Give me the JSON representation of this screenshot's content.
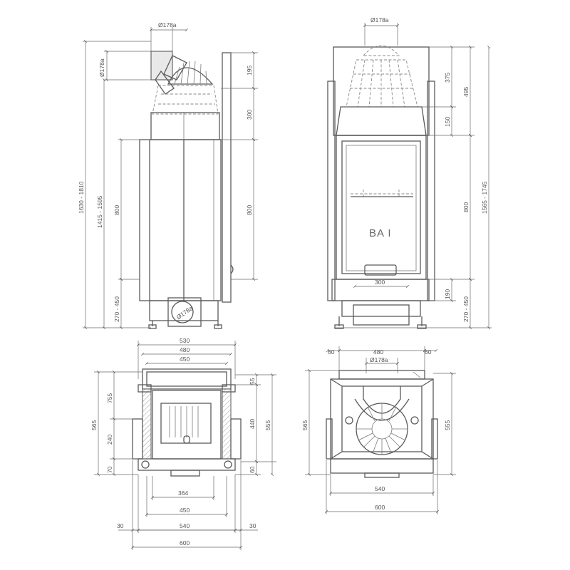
{
  "front": {
    "flue": "Ø178a",
    "h_375": "375",
    "h_495": "495",
    "h_150": "150",
    "h_800": "800",
    "h_1565_1745": "1565 - 1745",
    "h_190": "190",
    "h_270_450": "270 - 450",
    "w_300": "300",
    "model": "BA I"
  },
  "side": {
    "flue_top": "Ø178a",
    "flue_side": "Ø178a",
    "flue_bottom": "Ø178a",
    "h_195": "195",
    "h_300": "300",
    "h_800_right": "800",
    "h_800_left": "800",
    "h_270_450": "270 - 450",
    "h_1415_1595": "1415 - 1595",
    "h_1630_1810": "1630 - 1810"
  },
  "plan_left": {
    "w_530": "530",
    "w_480": "480",
    "w_450_top": "450",
    "d_55": "55",
    "d_440": "440",
    "d_555": "555",
    "d_60": "60",
    "d_565": "565",
    "d_755": "755",
    "d_240": "240",
    "d_70": "70",
    "w_364": "364",
    "w_450_bottom": "450",
    "w_30_left": "30",
    "w_540": "540",
    "w_30_right": "30",
    "w_600": "600"
  },
  "plan_right": {
    "w_60_left": "60",
    "w_480": "480",
    "w_60_right": "60",
    "flue": "Ø178a",
    "d_565": "565",
    "d_555": "555",
    "w_540": "540",
    "w_600": "600"
  }
}
